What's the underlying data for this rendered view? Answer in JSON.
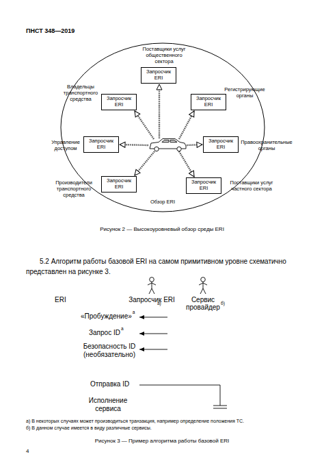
{
  "diagram": {
    "caption": "Рисунок 2 — Высокоуровневый обзор среды ERI",
    "nodes": [
      {
        "text": [
          "Обзор ERI"
        ]
      },
      {
        "text": [
          "Запросчик ERI"
        ],
        "in": 0
      },
      {
        "text": [
          "Запросчик ERI"
        ],
        "in": 0
      },
      {
        "text": [
          "Запросчик ERI"
        ],
        "in": 0
      },
      {
        "text": [
          "Запросчик ERI"
        ],
        "in": 0
      },
      {
        "text": [
          "Запросчик ERI"
        ],
        "in": 0
      },
      {
        "text": [
          "Запросчик ERI"
        ],
        "in": 0
      },
      {
        "text": [
          "Запросчик ERI"
        ],
        "in": 0
      }
    ],
    "labels": [
      "ПНСТ 348—2019",
      "Поставщики услуг общественного сектора",
      "Владельцы транспортного средства",
      "Регистрирующие органы",
      "Управление доступом",
      "Правоохранительные органы",
      "Производители транспортного средства",
      "Поставщики услуг частного сектора",
      "5.2 Алгоритм работы базовой ERI на самом примитивном уровне схематично представлен на рисунке 3.",
      "ERI",
      "Запросчик ERI",
      "а)",
      "Сервис провайдер",
      "б)",
      "«Пробуждение»",
      "а",
      "Запрос ID",
      "а",
      "Безопасность ID (необязательно)",
      "Отправка ID",
      "Исполнение сервиса",
      "а) В некоторых случаях может производиться транзакция, например определение положения ТС.",
      "б) В данном случае имеется в виду различные сервисы.",
      "Рисунок 3 — Пример алгоритма работы базовой ERI",
      "4"
    ]
  }
}
